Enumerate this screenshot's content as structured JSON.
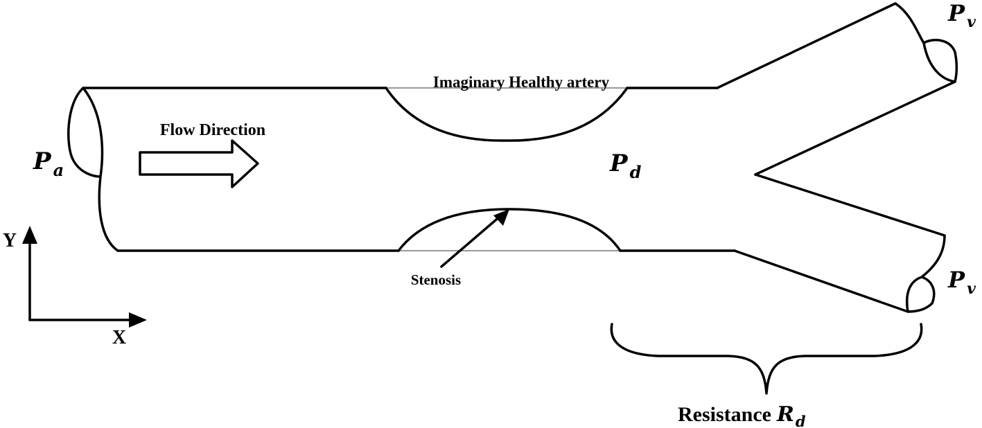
{
  "labels": {
    "healthy_artery": "Imaginary Healthy artery",
    "flow_direction": "Flow Direction",
    "stenosis": "Stenosis",
    "resistance": "Resistance",
    "axis_x": "X",
    "axis_y": "Y"
  },
  "pressures": {
    "arterial": {
      "symbol": "P",
      "subscript": "a"
    },
    "distal": {
      "symbol": "P",
      "subscript": "d"
    },
    "venous_top": {
      "symbol": "P",
      "subscript": "v"
    },
    "venous_bottom": {
      "symbol": "P",
      "subscript": "v"
    }
  },
  "resistance_symbol": {
    "symbol": "R",
    "subscript": "d"
  }
}
